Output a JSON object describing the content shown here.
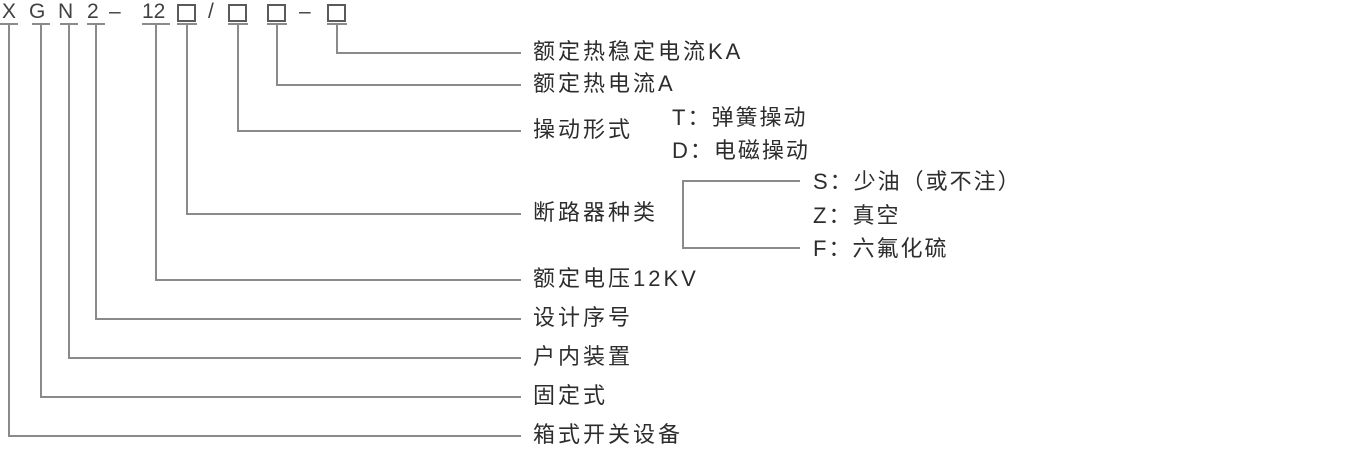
{
  "code": {
    "char_x": "X",
    "char_g": "G",
    "char_n": "N",
    "char_2": "2",
    "dash_1": "–",
    "num_12": "12",
    "slash": "/",
    "dash_2": "–",
    "boxes": [
      {
        "name": "breaker-type-box"
      },
      {
        "name": "operation-mode-box"
      },
      {
        "name": "rated-current-box"
      },
      {
        "name": "thermal-stability-box"
      }
    ]
  },
  "labels": {
    "thermal_stability": "额定热稳定电流KA",
    "thermal_current": "额定热电流A",
    "operation_mode": "操动形式",
    "operation_options": [
      "T：弹簧操动",
      "D：电磁操动"
    ],
    "breaker_type": "断路器种类",
    "breaker_options": [
      "S：少油（或不注）",
      "Z：真空",
      "F：六氟化硫"
    ],
    "rated_voltage": "额定电压12KV",
    "design_serial": "设计序号",
    "indoor": "户内装置",
    "fixed": "固定式",
    "box_switchgear": "箱式开关设备"
  },
  "colors": {
    "line": "#8a8a8a",
    "code_text": "#414141",
    "label_text": "#2d2d2d",
    "background": "#ffffff"
  }
}
